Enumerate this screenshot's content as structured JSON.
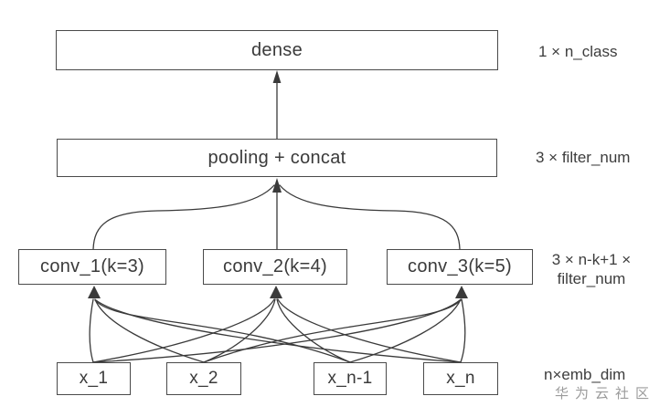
{
  "diagram": {
    "kind": "textcnn-architecture",
    "nodes": {
      "dense": {
        "label": "dense"
      },
      "pooling": {
        "label": "pooling + concat"
      },
      "conv1": {
        "label": "conv_1(k=3)"
      },
      "conv2": {
        "label": "conv_2(k=4)"
      },
      "conv3": {
        "label": "conv_3(k=5)"
      },
      "x1": {
        "label": "x_1"
      },
      "x2": {
        "label": "x_2"
      },
      "xn1": {
        "label": "x_n-1"
      },
      "xn": {
        "label": "x_n"
      }
    },
    "annotations": {
      "dense_dim": "1 × n_class",
      "pooling_dim": "3 × filter_num",
      "conv_dim_line1": "3 × n-k+1 ×",
      "conv_dim_line2": "filter_num",
      "input_dim": "n×emb_dim"
    },
    "watermark": "华为云社区",
    "edges": [
      {
        "from": "pooling",
        "to": "dense",
        "style": "straight-arrow"
      },
      {
        "from": "conv1",
        "to": "pooling",
        "style": "brace-curve"
      },
      {
        "from": "conv2",
        "to": "pooling",
        "style": "straight-arrow"
      },
      {
        "from": "conv3",
        "to": "pooling",
        "style": "brace-curve"
      },
      {
        "from": "x1",
        "to": "conv1",
        "style": "curve-arrow"
      },
      {
        "from": "x2",
        "to": "conv1",
        "style": "curve-arrow"
      },
      {
        "from": "xn1",
        "to": "conv1",
        "style": "curve-arrow"
      },
      {
        "from": "xn",
        "to": "conv1",
        "style": "curve-arrow"
      },
      {
        "from": "x1",
        "to": "conv2",
        "style": "curve-arrow"
      },
      {
        "from": "x2",
        "to": "conv2",
        "style": "curve-arrow"
      },
      {
        "from": "xn1",
        "to": "conv2",
        "style": "curve-arrow"
      },
      {
        "from": "xn",
        "to": "conv2",
        "style": "curve-arrow"
      },
      {
        "from": "x1",
        "to": "conv3",
        "style": "curve-arrow"
      },
      {
        "from": "x2",
        "to": "conv3",
        "style": "curve-arrow"
      },
      {
        "from": "xn1",
        "to": "conv3",
        "style": "curve-arrow"
      },
      {
        "from": "xn",
        "to": "conv3",
        "style": "curve-arrow"
      }
    ],
    "colors": {
      "line": "#3a3a3a",
      "box_border": "#4a4a4a",
      "text": "#3a3a3a",
      "watermark": "#9b9b9b",
      "background": "#ffffff"
    }
  }
}
